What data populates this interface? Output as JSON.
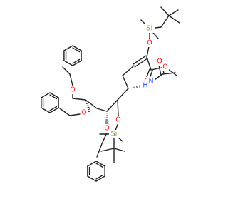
{
  "molecule": {
    "colors": {
      "bond": "#222222",
      "O": "#ff0d0d",
      "N": "#3050f8",
      "Si": "#8c8c3c",
      "C": "#222222",
      "H": "#3050f8"
    },
    "atom_labels": {
      "o_otbs1": "O",
      "si1": "Si",
      "o_ester_carbonyl": "O",
      "o_ester_methoxy": "O",
      "n_amide": "N",
      "h_amide": "H",
      "o_acetyl": "O",
      "o_bn1": "O",
      "o_bn2": "O",
      "o_bn3": "O",
      "o_otbs2": "O",
      "si2": "Si"
    }
  }
}
